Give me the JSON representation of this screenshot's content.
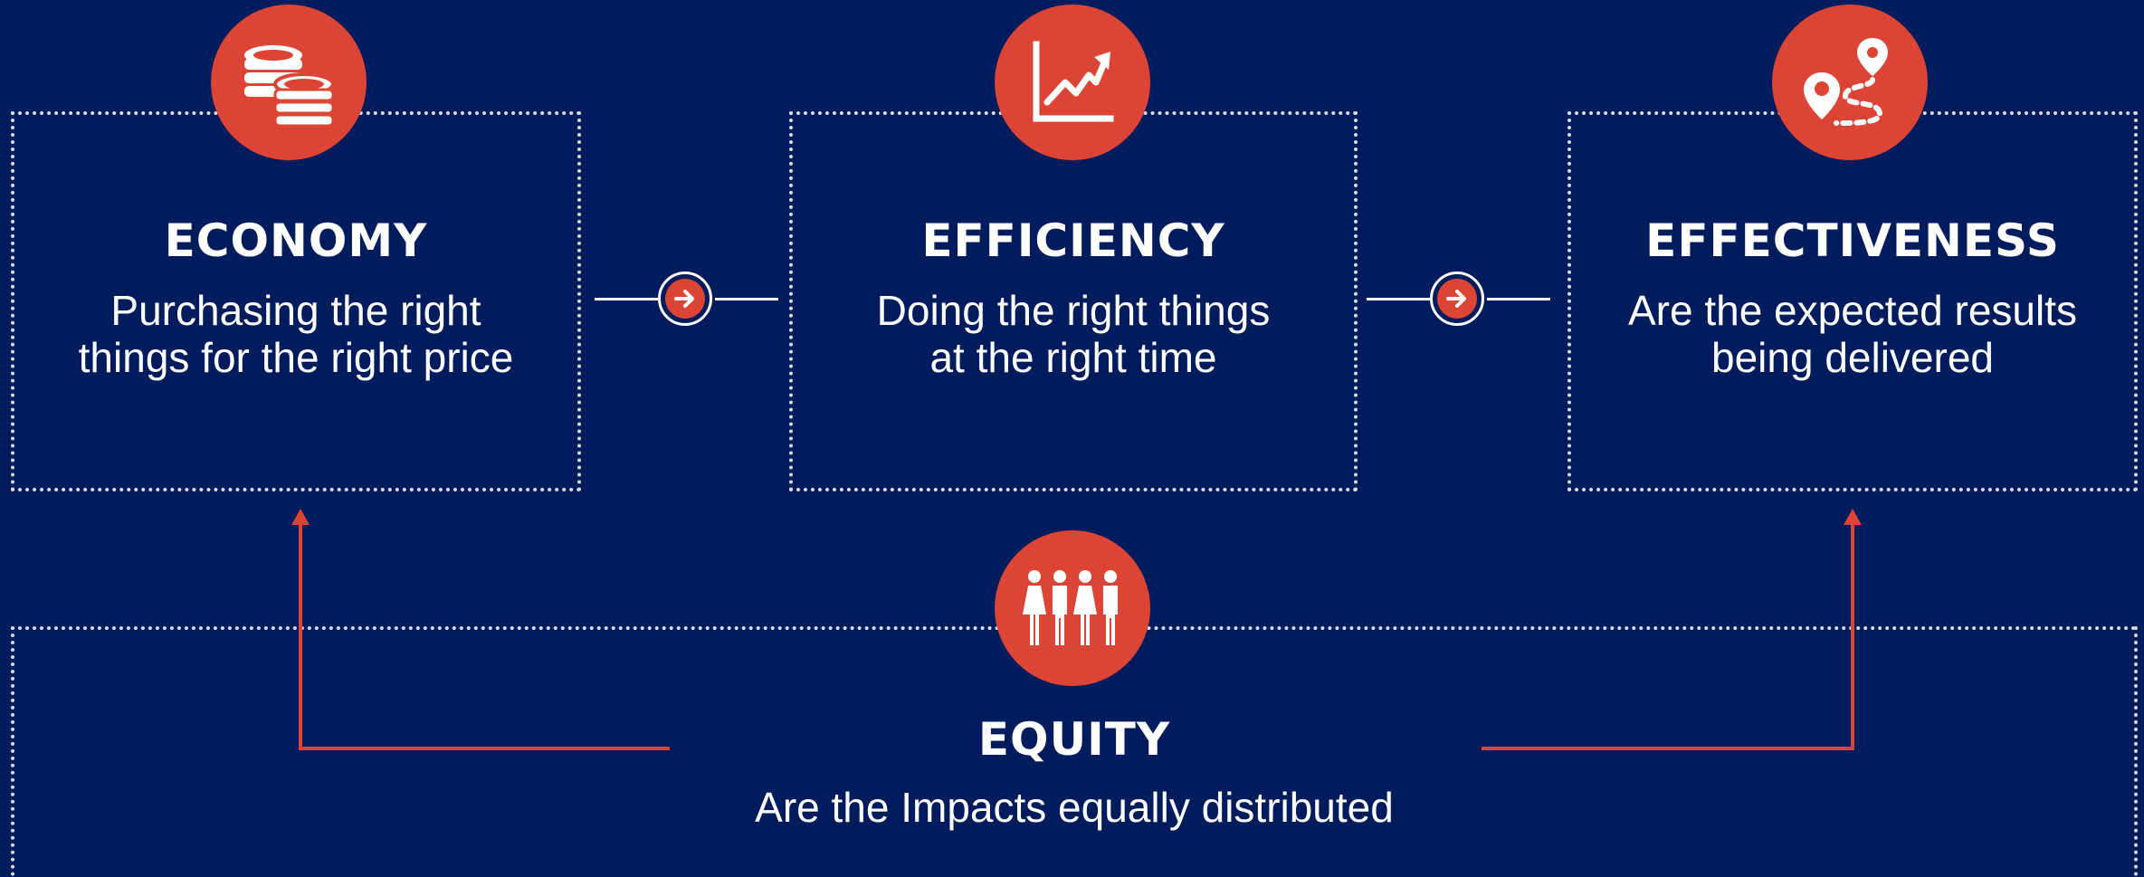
{
  "colors": {
    "background": "#001c5c",
    "accent": "#dc4535",
    "text": "#ffffff"
  },
  "economy": {
    "title": "ECONOMY",
    "description": "Purchasing the right\nthings for the right price",
    "icon": "coins-icon"
  },
  "efficiency": {
    "title": "EFFICIENCY",
    "description": "Doing the right things\nat the right time",
    "icon": "growth-chart-icon"
  },
  "effectiveness": {
    "title": "EFFECTIVENESS",
    "description": "Are the expected results\nbeing delivered",
    "icon": "route-map-icon"
  },
  "equity": {
    "title": "EQUITY",
    "description": "Are the Impacts equally distributed",
    "icon": "people-group-icon"
  }
}
